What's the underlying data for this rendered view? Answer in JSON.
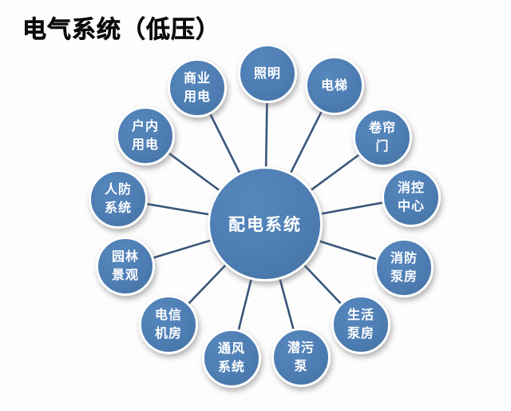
{
  "page_title": "电气系统（低压）",
  "diagram": {
    "type": "radial-hub-spoke",
    "center": {
      "id": "power-distribution-system",
      "label": "配电系统"
    },
    "nodes": [
      {
        "id": "lighting",
        "label": "照明"
      },
      {
        "id": "elevator",
        "label": "电梯"
      },
      {
        "id": "rolling-shutter-door",
        "label": "卷帘\n门"
      },
      {
        "id": "fire-control-center",
        "label": "消控\n中心"
      },
      {
        "id": "fire-pump-room",
        "label": "消防\n泵房"
      },
      {
        "id": "domestic-pump-room",
        "label": "生活\n泵房"
      },
      {
        "id": "submersible-sewage-pump",
        "label": "潜污\n泵"
      },
      {
        "id": "ventilation-system",
        "label": "通风\n系统"
      },
      {
        "id": "telecom-equipment-room",
        "label": "电信\n机房"
      },
      {
        "id": "garden-landscape",
        "label": "园林\n景观"
      },
      {
        "id": "civil-air-defense-system",
        "label": "人防\n系统"
      },
      {
        "id": "indoor-power",
        "label": "户内\n用电"
      },
      {
        "id": "commercial-power",
        "label": "商业\n用电"
      }
    ],
    "colors": {
      "node_fill": "#4d7db3",
      "node_fill_highlight": "#5687bd",
      "node_fill_shade": "#44719f",
      "node_ring": "#ffffff",
      "node_text": "#ffffff",
      "connector": "#3a567a",
      "title_text": "#0a0a0a",
      "background": "#fdfdfd"
    }
  }
}
